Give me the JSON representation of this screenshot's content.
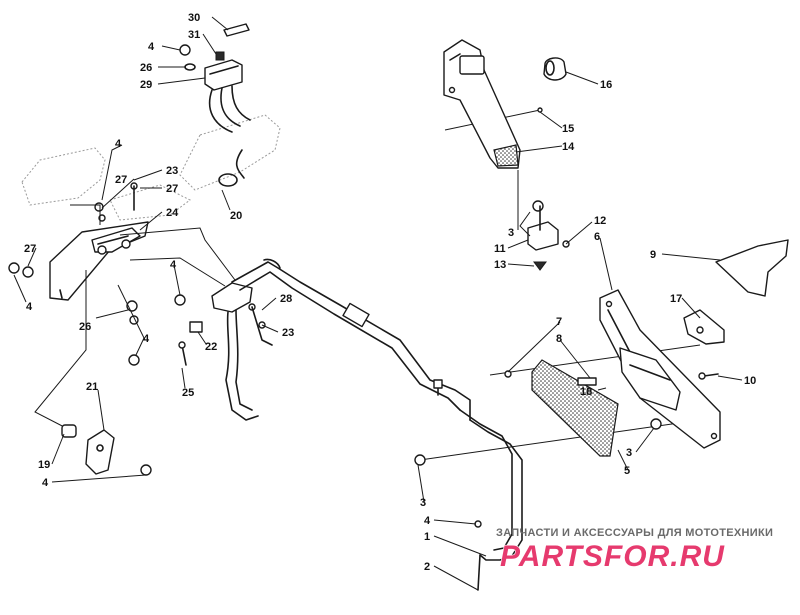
{
  "callouts": {
    "c1": "1",
    "c2": "2",
    "c3a": "3",
    "c3b": "3",
    "c3c": "3",
    "c4a": "4",
    "c4b": "4",
    "c4c": "4",
    "c4d": "4",
    "c4e": "4",
    "c4f": "4",
    "c4g": "4",
    "c5": "5",
    "c6": "6",
    "c7": "7",
    "c8": "8",
    "c9": "9",
    "c10": "10",
    "c11": "11",
    "c12": "12",
    "c13": "13",
    "c14": "14",
    "c15": "15",
    "c16": "16",
    "c17": "17",
    "c18": "18",
    "c19": "19",
    "c20": "20",
    "c21": "21",
    "c22": "22",
    "c23a": "23",
    "c23b": "23",
    "c24": "24",
    "c25": "25",
    "c26a": "26",
    "c26b": "26",
    "c27a": "27",
    "c27b": "27",
    "c27c": "27",
    "c28": "28",
    "c29": "29",
    "c30": "30",
    "c31": "31"
  },
  "watermark": {
    "tagline": "ЗАПЧАСТИ И АКСЕССУАРЫ ДЛЯ МОТОТЕХНИКИ",
    "logo": "PARTSFOR.RU"
  },
  "colors": {
    "line": "#1a1a1a",
    "watermark_logo": "#e63a6e",
    "watermark_text": "#6a6a6a"
  }
}
